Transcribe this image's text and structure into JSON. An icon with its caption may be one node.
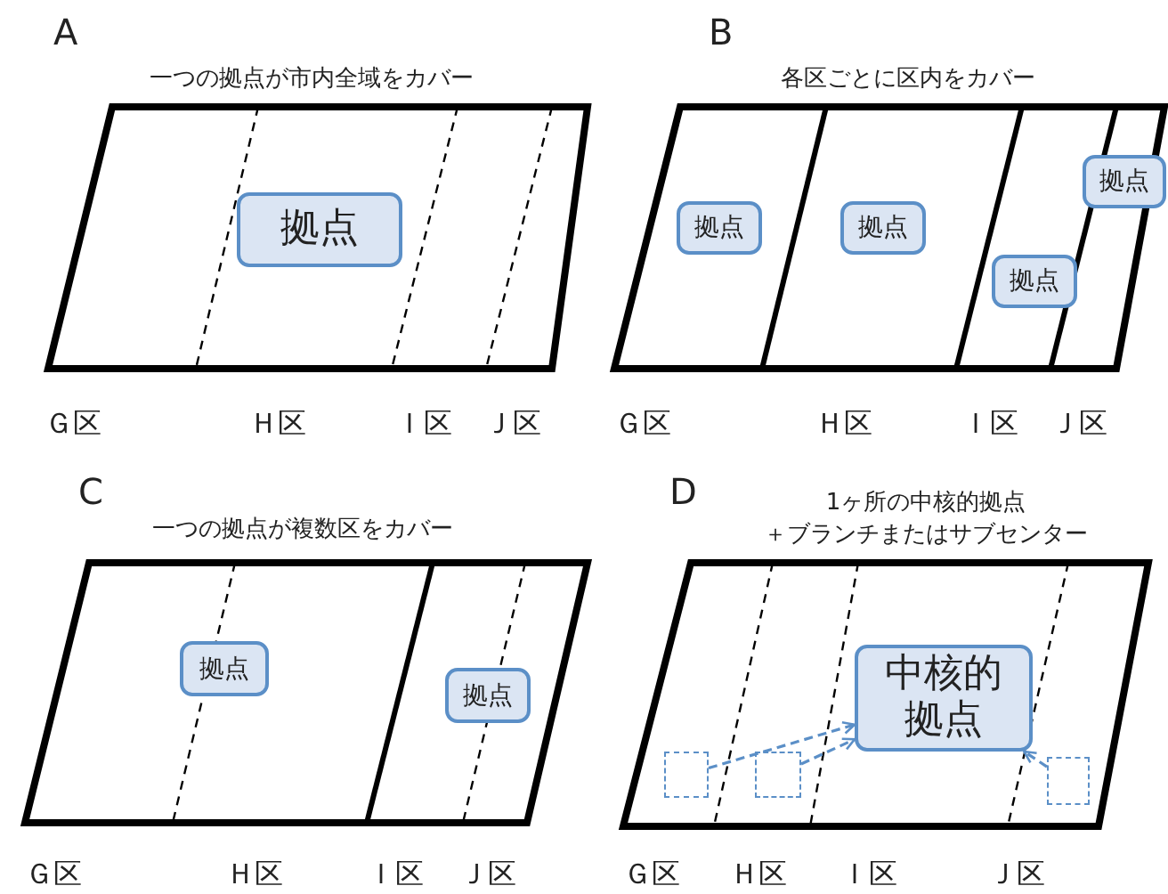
{
  "diagram": {
    "nodes": [
      {
        "text": [
          "A",
          "一つの拠点が市内全域をカバー"
        ]
      },
      {
        "text": [
          "拠点"
        ],
        "in": 0
      },
      {
        "text": [
          "B",
          "各区ごとに区内をカバー"
        ]
      },
      {
        "text": [
          "拠点"
        ],
        "in": 2
      },
      {
        "text": [
          "拠点"
        ],
        "in": 2
      },
      {
        "text": [
          "拠点"
        ],
        "in": 2
      },
      {
        "text": [
          "拠点"
        ],
        "in": 2
      },
      {
        "text": [
          "C",
          "一つの拠点が複数区をカバー"
        ]
      },
      {
        "text": [
          "拠点"
        ],
        "in": 7
      },
      {
        "text": [
          "拠点"
        ],
        "in": 7
      },
      {
        "text": [
          "D",
          "1ヶ所の中核的拠点＋ブランチまたはサブセンター"
        ]
      },
      {
        "text": [
          "中核的拠点"
        ],
        "in": 10
      },
      {
        "text": [],
        "shape": "box",
        "in": 10
      },
      {
        "text": [],
        "shape": "box",
        "in": 10
      },
      {
        "text": [],
        "shape": "box",
        "in": 10
      }
    ],
    "edges": [
      {
        "from": 12,
        "to": 11,
        "arrow": "to",
        "style": "dashed"
      },
      {
        "from": 13,
        "to": 11,
        "arrow": "to",
        "style": "dashed"
      },
      {
        "from": 14,
        "to": 11,
        "arrow": "to",
        "style": "dashed"
      }
    ],
    "labels": [
      "Ｇ区",
      "Ｈ区",
      "Ｉ区",
      "Ｊ区",
      "Ｇ区",
      "Ｈ区",
      "Ｉ区",
      "Ｊ区",
      "Ｇ区",
      "Ｈ区",
      "Ｉ区",
      "Ｊ区",
      "Ｇ区",
      "Ｈ区",
      "Ｉ区",
      "Ｊ区"
    ]
  }
}
